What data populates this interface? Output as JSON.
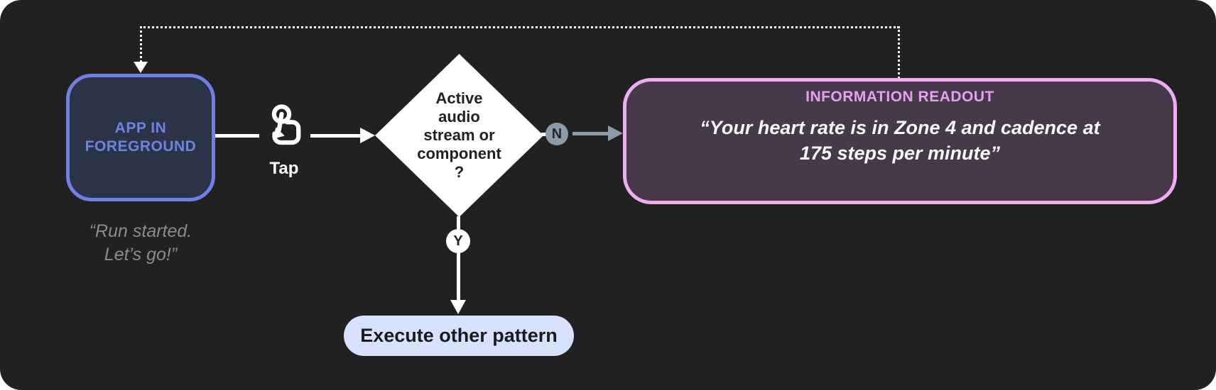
{
  "colors": {
    "panel-bg": "#212121",
    "line": "#FFFFFF",
    "app-border": "#6F82E4",
    "app-fill": "#2B3447",
    "app-text": "#6F82E4",
    "caption-text": "#8B8B8B",
    "decision-fill": "#FFFFFF",
    "decision-text": "#212121",
    "no-accent": "#8A9BAA",
    "no-text": "#23282D",
    "yes-fill": "#FFFFFF",
    "yes-text": "#212121",
    "readout-border": "#EFACF3",
    "readout-fill": "#463A4A",
    "readout-title": "#E5A0EE",
    "readout-quote": "#F8F9FA",
    "action-fill": "#D8E2FC",
    "action-text": "#191C1F"
  },
  "app_node": {
    "label_line1": "APP IN",
    "label_line2": "FOREGROUND",
    "caption_line1": "“Run started.",
    "caption_line2": "Let’s go!”"
  },
  "tap": {
    "icon": "tap-gesture-icon",
    "label": "Tap"
  },
  "decision": {
    "line1": "Active",
    "line2": "audio",
    "line3": "stream or",
    "line4": "component",
    "line5": "?"
  },
  "branches": {
    "no_label": "N",
    "yes_label": "Y"
  },
  "readout": {
    "title": "INFORMATION READOUT",
    "quote_line1": "“Your heart rate is in Zone 4 and cadence at",
    "quote_line2": "175 steps per minute”"
  },
  "action": {
    "label": "Execute other pattern"
  }
}
